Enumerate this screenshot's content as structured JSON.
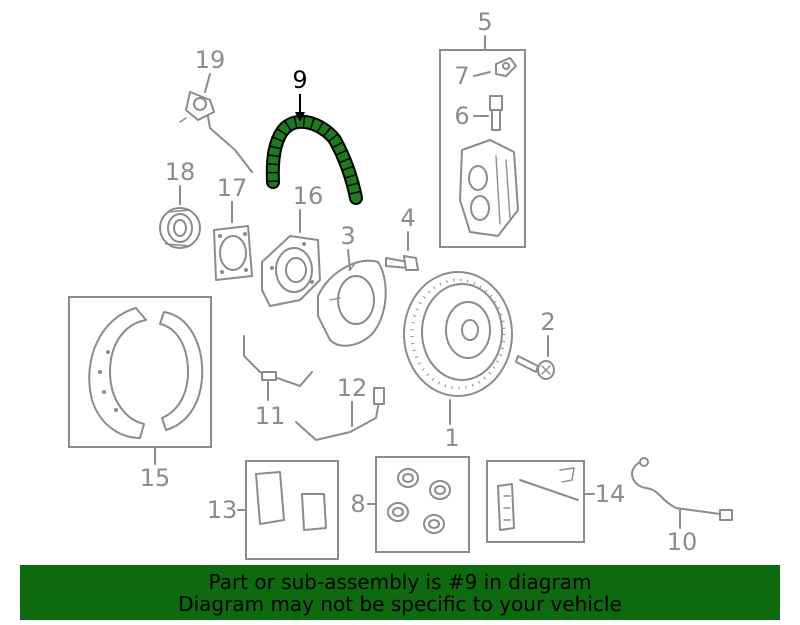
{
  "callouts": {
    "c1": "1",
    "c2": "2",
    "c3": "3",
    "c4": "4",
    "c5": "5",
    "c6": "6",
    "c7": "7",
    "c8": "8",
    "c9": "9",
    "c10": "10",
    "c11": "11",
    "c12": "12",
    "c13": "13",
    "c14": "14",
    "c15": "15",
    "c16": "16",
    "c17": "17",
    "c18": "18",
    "c19": "19"
  },
  "highlight": {
    "part_number": "9",
    "color": "#1e7a1e"
  },
  "banner": {
    "line1": "Part or sub-assembly is #9 in diagram",
    "line2": "Diagram may not be specific to your vehicle",
    "background": "#0e6a0e"
  }
}
